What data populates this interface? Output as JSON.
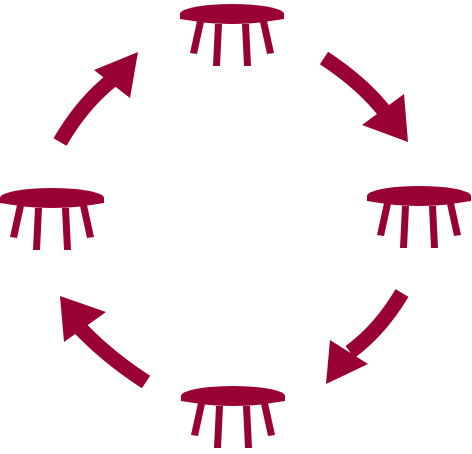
{
  "diagram": {
    "accent_color": "#990033",
    "background_color": "#ffffff",
    "nodes": [
      {
        "icon": "table-icon",
        "position": "top"
      },
      {
        "icon": "table-icon",
        "position": "right"
      },
      {
        "icon": "table-icon",
        "position": "bottom"
      },
      {
        "icon": "table-icon",
        "position": "left"
      }
    ],
    "arrows": [
      {
        "from": "top",
        "to": "right",
        "direction": "clockwise"
      },
      {
        "from": "right",
        "to": "bottom",
        "direction": "clockwise"
      },
      {
        "from": "bottom",
        "to": "left",
        "direction": "clockwise"
      },
      {
        "from": "left",
        "to": "top",
        "direction": "clockwise"
      }
    ]
  }
}
